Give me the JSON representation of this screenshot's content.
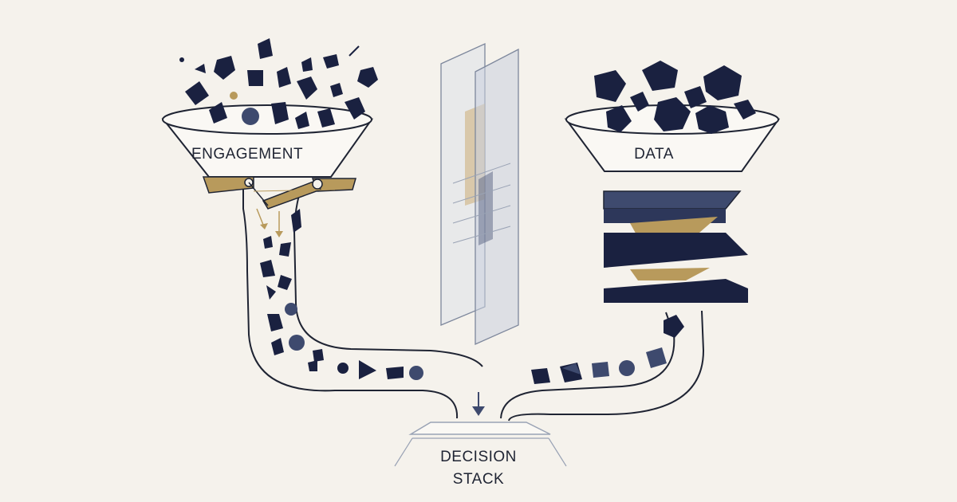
{
  "labels": {
    "engagement": "ENGAGEMENT",
    "data": "DATA",
    "decision_line1": "DECISION",
    "decision_line2": "STACK"
  },
  "colors": {
    "background": "#f5f2ec",
    "navy": "#1a2140",
    "slate": "#3e4a6e",
    "gold": "#b89a5c",
    "outline": "#1f2433",
    "glass": "#c9d0de"
  },
  "icons": [
    "down-arrow-icon"
  ]
}
